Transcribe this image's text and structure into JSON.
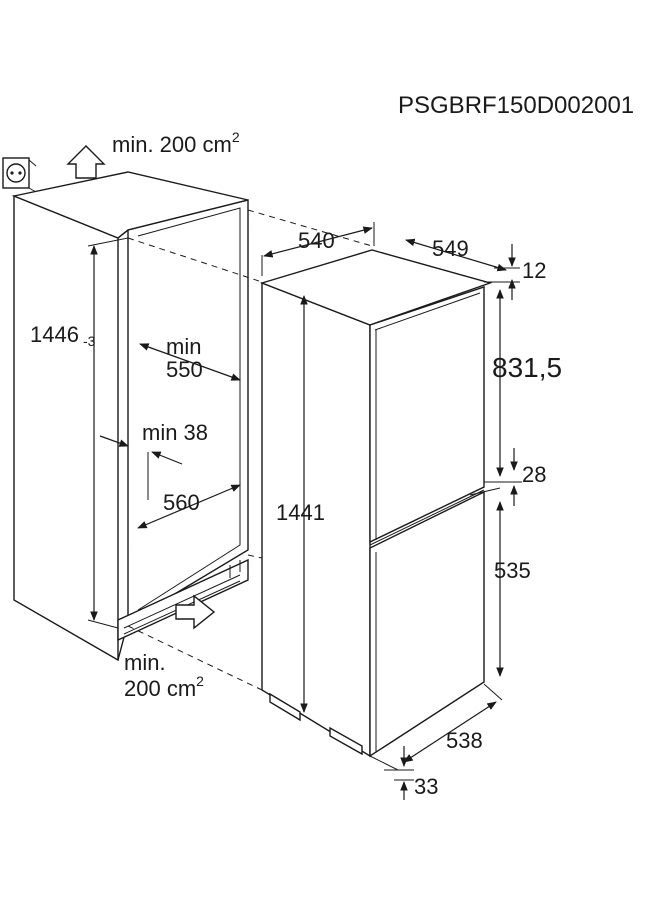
{
  "model_code": "PSGBRF150D002001",
  "vent_top": {
    "text": "min. 200 cm",
    "sup": "2"
  },
  "vent_bottom": {
    "line1": "min.",
    "line2": "200 cm",
    "sup": "2"
  },
  "niche": {
    "height": "1446",
    "height_tol": "-3",
    "depth_min_label": "min",
    "depth_min_value": "550",
    "gap_min": "min 38",
    "width": "560"
  },
  "appliance": {
    "width": "540",
    "depth": "549",
    "top_offset": "12",
    "upper_door": "831,5",
    "door_gap": "28",
    "lower_door": "535",
    "height": "1441",
    "front_depth": "538",
    "bottom_offset": "33"
  },
  "icons": [
    "power-socket-icon",
    "airflow-up-arrow-icon",
    "airflow-in-arrow-icon"
  ]
}
